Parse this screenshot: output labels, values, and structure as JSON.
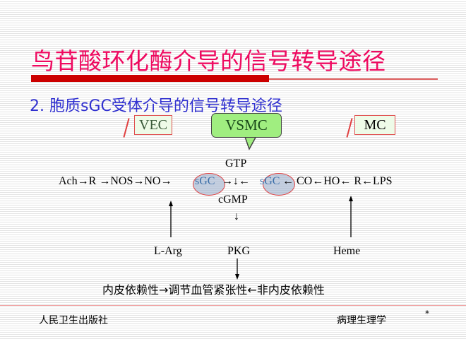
{
  "title": "鸟苷酸环化酶介导的信号转导途径",
  "subtitle": "2. 胞质sGC受体介导的信号转导途径",
  "labels": {
    "vec": "VEC",
    "vsmc": "VSMC",
    "mc": "MC"
  },
  "pathway": {
    "seg1": "Ach→R →NOS→NO→",
    "sgc1": "sGC",
    "mid": " →↓← ",
    "sgc2": "sGC",
    "seg3": "← CO←HO← R←LPS",
    "gtp": "GTP",
    "cgmp": "cGMP",
    "down": "↓",
    "larg": "L-Arg",
    "pkg": "PKG",
    "heme": "Heme"
  },
  "bottom_text": "内皮依赖性→调节血管紧张性←非内皮依赖性",
  "footer": {
    "publisher": "人民卫生出版社",
    "subject": "病理生理学",
    "mark": "*"
  },
  "colors": {
    "title": "#ee0a60",
    "bar": "#cc0000",
    "subtitle": "#3030d0",
    "callout": "#a0ee80"
  }
}
